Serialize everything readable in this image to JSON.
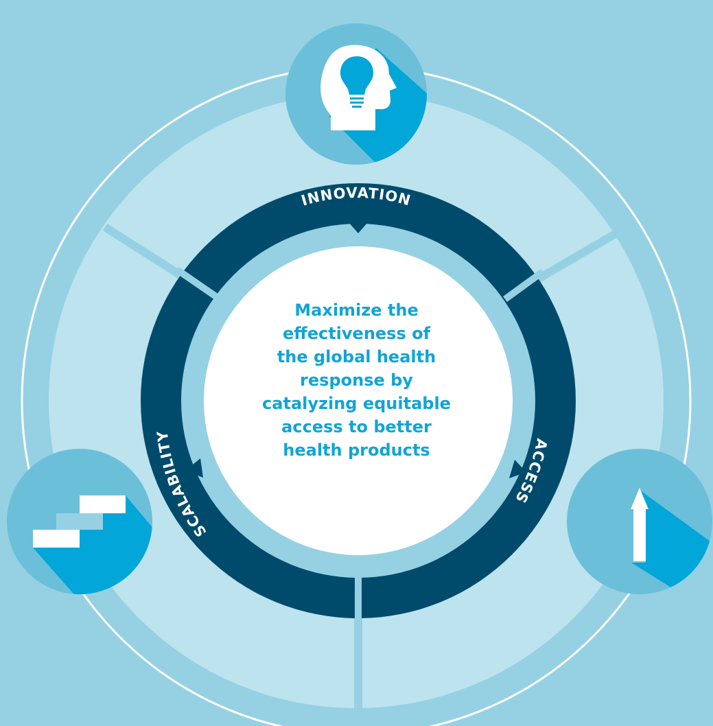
{
  "colors": {
    "background": "#95d1e3",
    "outer_disc": "#bde3ee",
    "ring_dark": "#004b6b",
    "ring_inner": "#95d1e3",
    "center_fill": "#ffffff",
    "center_text": "#11a4d6",
    "icon_circle": "#6bbfd9",
    "icon_shadow": "#02a6d8"
  },
  "segments": {
    "innovation": "INNOVATION",
    "access": "ACCESS",
    "scalability": "SCALABILITY"
  },
  "center": {
    "lines": [
      "Maximize the",
      "effectiveness of",
      "the global health",
      "response by",
      "catalyzing equitable",
      "access to better",
      "health products"
    ]
  },
  "icons": {
    "top": "head-lightbulb-icon",
    "left": "stairs-icon",
    "right": "up-arrow-icon"
  }
}
